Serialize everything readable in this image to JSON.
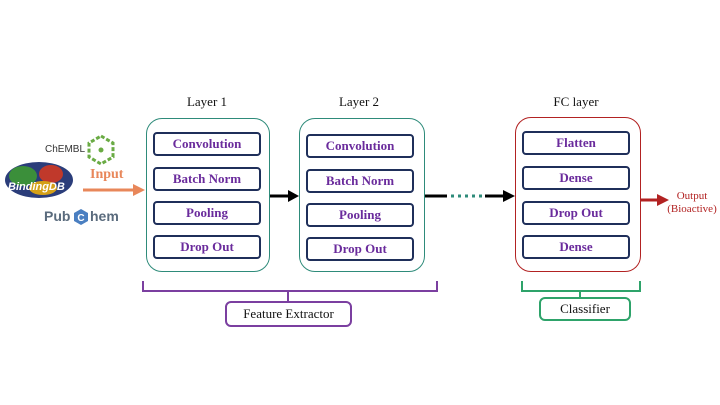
{
  "inputs": {
    "label": "Input",
    "sources": [
      "ChEMBL",
      "BindingDB",
      "PubChem"
    ],
    "pubchem_left": "Pub",
    "pubchem_right": "hem"
  },
  "layer1": {
    "title": "Layer 1",
    "blocks": [
      "Convolution",
      "Batch Norm",
      "Pooling",
      "Drop Out"
    ]
  },
  "layer2": {
    "title": "Layer 2",
    "blocks": [
      "Convolution",
      "Batch Norm",
      "Pooling",
      "Drop Out"
    ]
  },
  "fc_layer": {
    "title": "FC layer",
    "blocks": [
      "Flatten",
      "Dense",
      "Drop Out",
      "Dense"
    ]
  },
  "output": {
    "line1": "Output",
    "line2": "(Bioactive)"
  },
  "groups": {
    "feature_extractor": "Feature Extractor",
    "classifier": "Classifier"
  },
  "colors": {
    "feature_panel": "#2e8b7a",
    "fc_panel": "#b22222",
    "block_border": "#1f2f5a",
    "block_text": "#6a2b9c",
    "input_arrow": "#e8875a",
    "output_arrow": "#b22222",
    "feature_bracket": "#7b3fa0",
    "classifier_bracket": "#2ea36a"
  }
}
